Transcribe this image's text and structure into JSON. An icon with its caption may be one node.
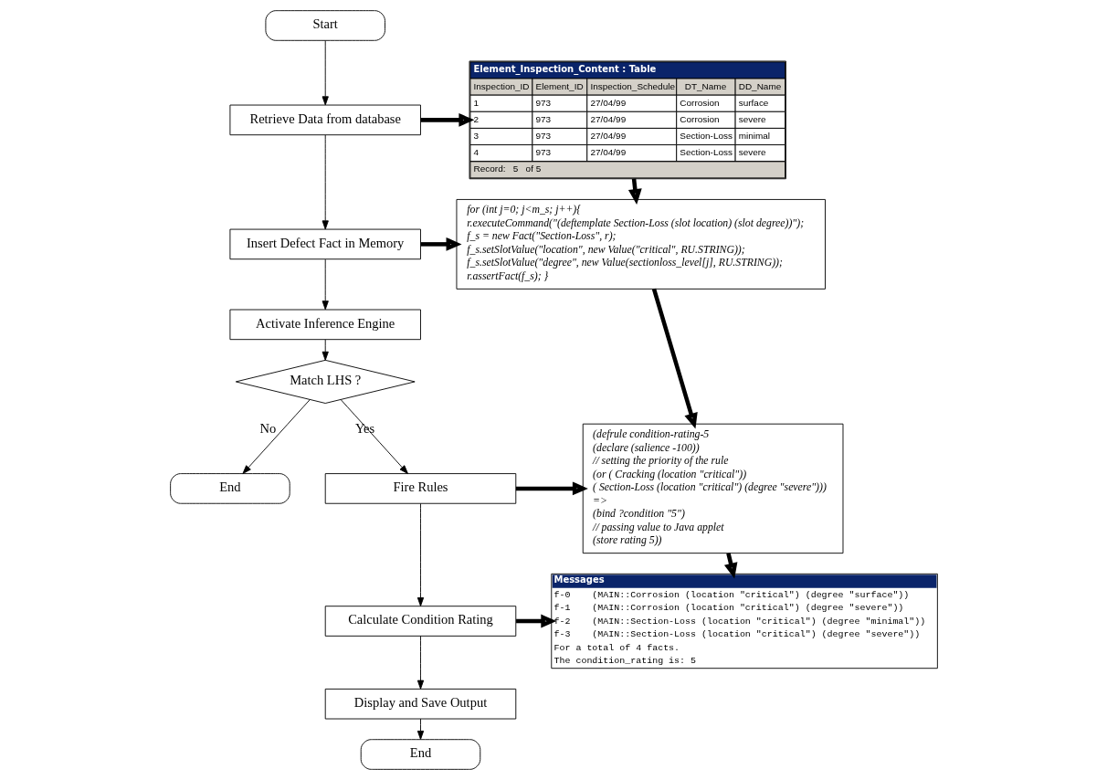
{
  "diagram": {
    "nodes": [
      {
        "text": [
          "Start"
        ]
      },
      {
        "text": [
          "Retrieve Data from database"
        ]
      },
      {
        "text": [
          "Insert Defect Fact in Memory"
        ]
      },
      {
        "text": [
          "Activate Inference Engine"
        ]
      },
      {
        "text": [
          "Match LHS ?"
        ]
      },
      {
        "text": [
          "End"
        ]
      },
      {
        "text": [
          "Fire Rules"
        ]
      },
      {
        "text": [
          "Calculate Condition Rating"
        ]
      },
      {
        "text": [
          "Display and Save Output"
        ]
      },
      {
        "text": [
          "End"
        ]
      },
      {
        "text": [
          "Element_Inspection_Content : Table",
          "Inspection_ID",
          "Element_ID",
          "Inspection_Schedule",
          "DT_Name",
          "DD_Name",
          "1",
          "973",
          "27/04/99",
          "Corrosion",
          "surface",
          "2",
          "973",
          "27/04/99",
          "Corrosion",
          "severe",
          "3",
          "973",
          "27/04/99",
          "Section-Loss",
          "minimal",
          "4",
          "973",
          "27/04/99",
          "Section-Loss",
          "severe",
          "Record:",
          "5",
          "of 5"
        ]
      },
      {
        "text": [
          "for (int j=0; j<m_s; j++){",
          "r.executeCommand(\"(deftemplate Section-Loss (slot location) (slot degree))\");",
          "f_s = new Fact(\"Section-Loss\", r);",
          "f_s.setSlotValue(\"location\", new Value(\"critical\", RU.STRING));",
          "f_s.setSlotValue(\"degree\", new Value(sectionloss_level[j], RU.STRING));",
          "r.assertFact(f_s); }"
        ]
      },
      {
        "text": [
          "(defrule condition-rating-5",
          "(declare (salience -100))",
          "// setting the priority of the rule",
          "(or ( Cracking (location \"critical\"))",
          "( Section-Loss (location \"critical\") (degree \"severe\")))",
          "=>",
          "(bind ?condition \"5\")",
          "// passing value to Java applet",
          "(store rating 5))"
        ]
      },
      {
        "text": [
          "Messages",
          "f-0    (MAIN::Corrosion (location \"critical\") (degree \"surface\"))",
          "f-1    (MAIN::Corrosion (location \"critical\") (degree \"severe\"))",
          "f-2    (MAIN::Section-Loss (location \"critical\") (degree \"minimal\"))",
          "f-3    (MAIN::Section-Loss (location \"critical\") (degree \"severe\"))",
          "For a total of 4 facts.",
          "The condition_rating is: 5"
        ]
      }
    ],
    "edges": [
      {
        "from": 0,
        "to": 1,
        "arrow": "to"
      },
      {
        "from": 1,
        "to": 2,
        "arrow": "to"
      },
      {
        "from": 2,
        "to": 3,
        "arrow": "to"
      },
      {
        "from": 3,
        "to": 4,
        "arrow": "to"
      },
      {
        "from": 4,
        "to": 5,
        "arrow": "to",
        "label": "No"
      },
      {
        "from": 4,
        "to": 6,
        "arrow": "to",
        "label": "Yes"
      },
      {
        "from": 6,
        "to": 7,
        "arrow": "to"
      },
      {
        "from": 7,
        "to": 8,
        "arrow": "to"
      },
      {
        "from": 8,
        "to": 9,
        "arrow": "to"
      },
      {
        "from": 1,
        "to": 10,
        "arrow": "to",
        "style": "thick"
      },
      {
        "from": 2,
        "to": 11,
        "arrow": "to",
        "style": "thick"
      },
      {
        "from": 6,
        "to": 12,
        "arrow": "to",
        "style": "thick"
      },
      {
        "from": 7,
        "to": 13,
        "arrow": "to",
        "style": "thick"
      },
      {
        "from": 10,
        "to": 11,
        "arrow": "to",
        "style": "thick"
      },
      {
        "from": 11,
        "to": 12,
        "arrow": "to",
        "style": "thick"
      },
      {
        "from": 12,
        "to": 13,
        "arrow": "to",
        "style": "thick"
      }
    ]
  }
}
